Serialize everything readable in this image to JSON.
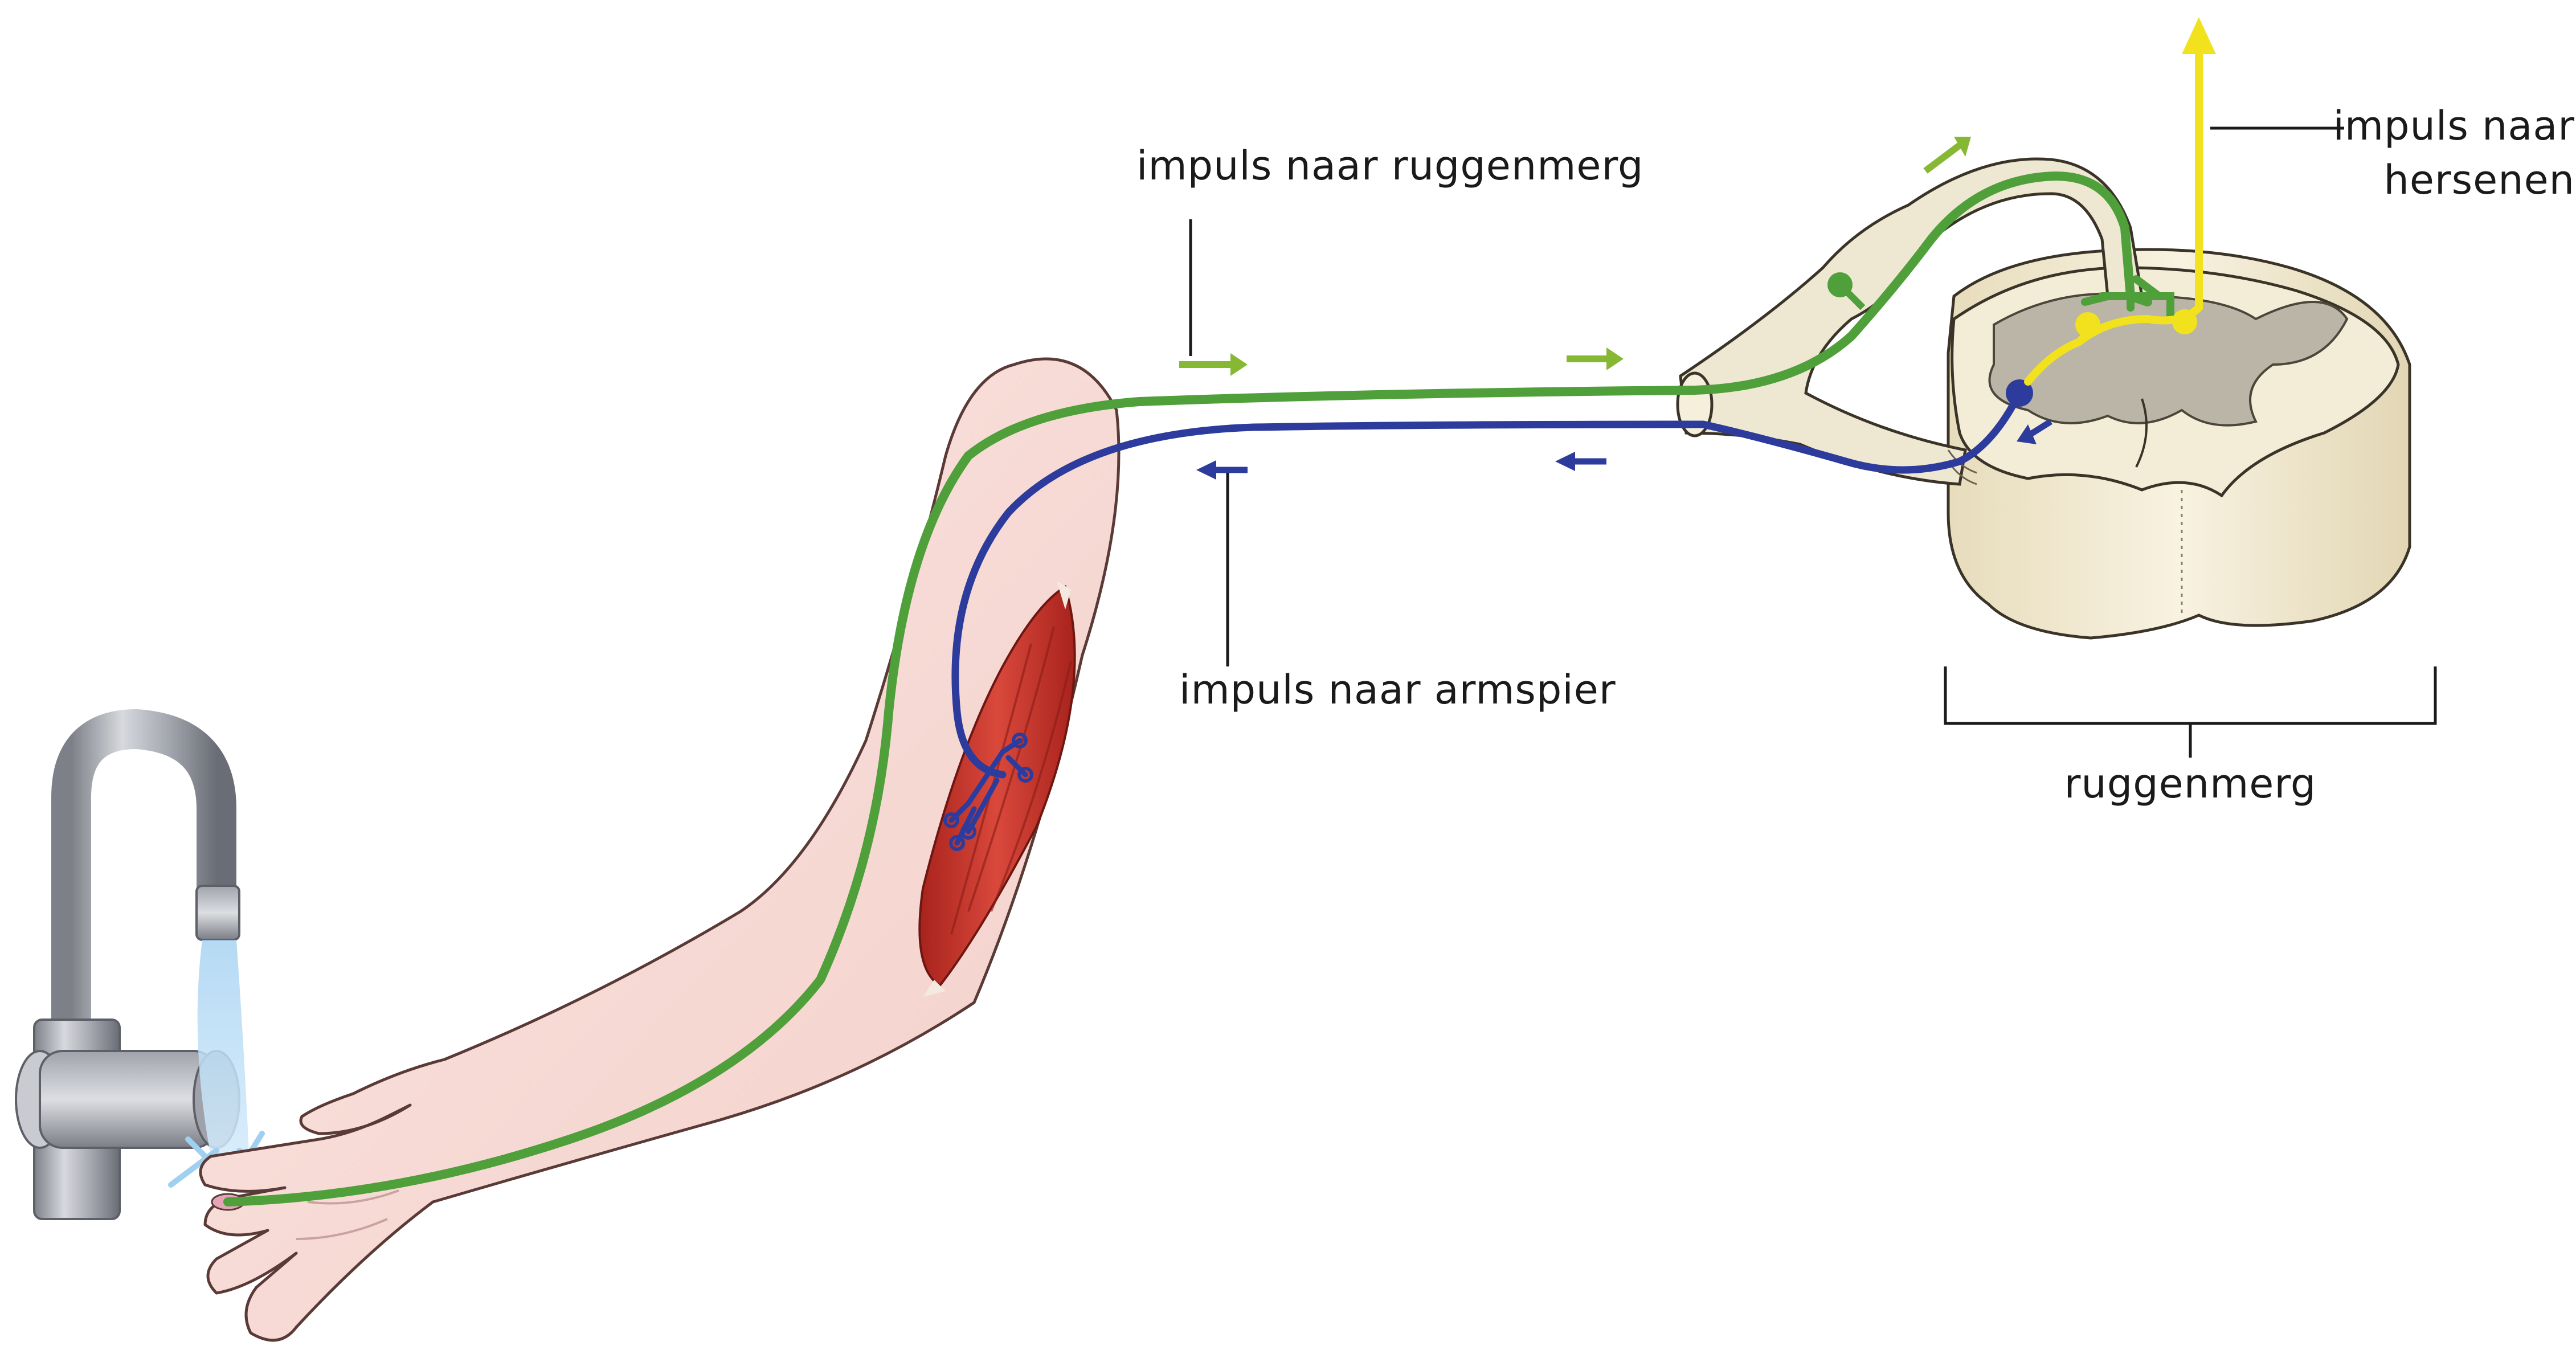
{
  "labels": {
    "sensory_impulse": "impuls naar ruggenmerg",
    "motor_impulse": "impuls naar armspier",
    "brain_impulse_line1": "impuls naar",
    "brain_impulse_line2": "hersenen",
    "spinal_cord": "ruggenmerg"
  },
  "colors": {
    "sensory_pathway": "#4f9f3a",
    "motor_pathway": "#2d3c9c",
    "brain_pathway": "#f2e21e",
    "direction_arrow_green": "#86b833",
    "skin": "#f7d9d4",
    "muscle": "#c8342a",
    "spinal_white_matter": "#f1ead2",
    "spinal_grey_matter": "#b9b5a8"
  }
}
